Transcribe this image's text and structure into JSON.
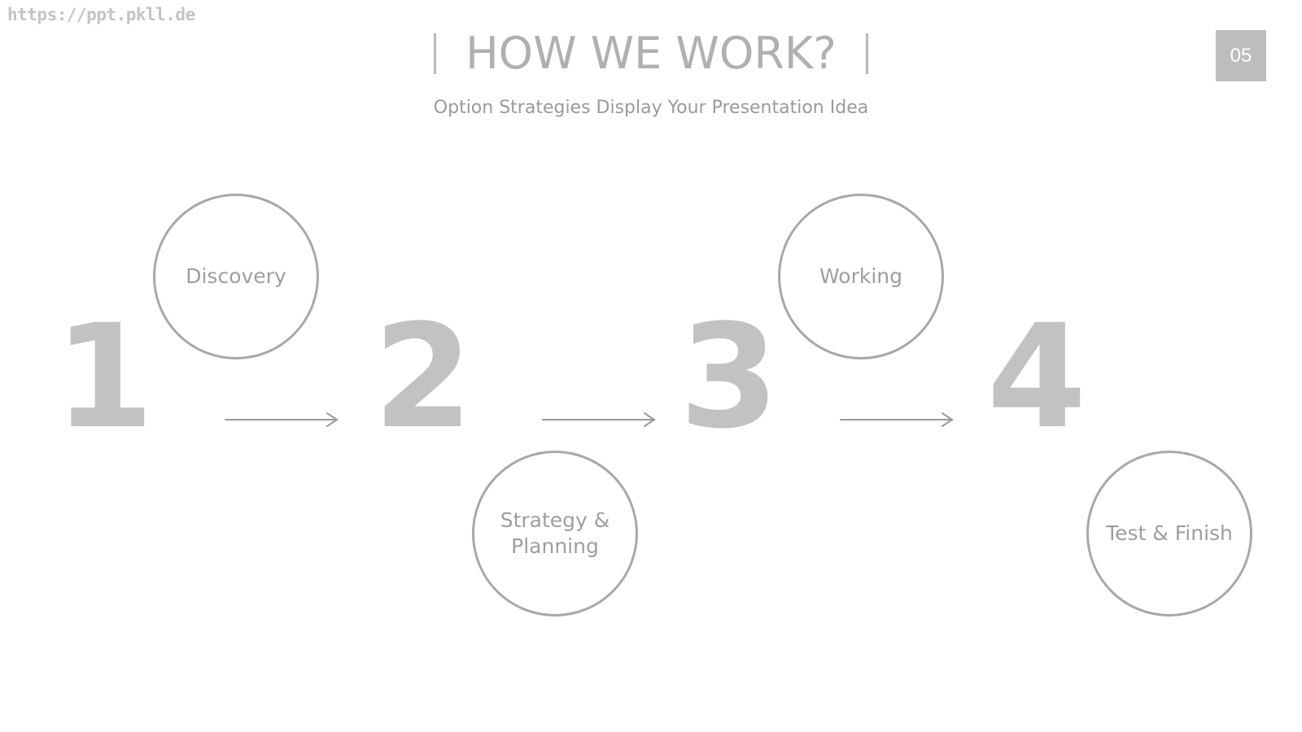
{
  "watermark": "https://ppt.pkll.de",
  "header": {
    "title": "HOW WE WORK?",
    "subtitle": "Option Strategies Display Your Presentation Idea",
    "page_number": "05"
  },
  "steps": [
    {
      "number": "1",
      "label": "Discovery"
    },
    {
      "number": "2",
      "label": "Strategy & Planning"
    },
    {
      "number": "3",
      "label": "Working"
    },
    {
      "number": "4",
      "label": "Test & Finish"
    }
  ],
  "colors": {
    "text_gray": "#9e9e9e",
    "number_gray": "#c2c2c2",
    "circle_stroke": "#a8a8a8",
    "badge_bg": "#bdbdbd"
  },
  "icons": [
    "arrow-right-icon"
  ]
}
